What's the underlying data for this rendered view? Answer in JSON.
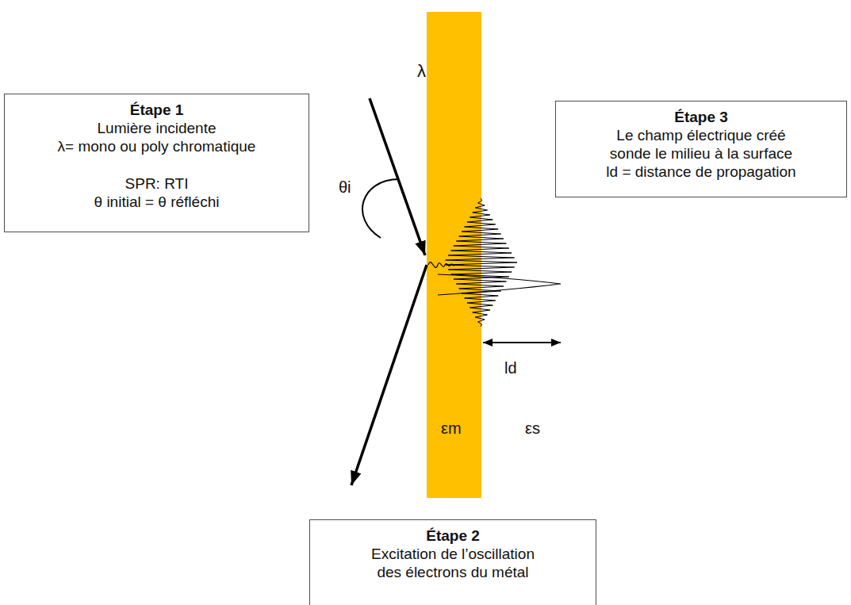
{
  "diagram": {
    "nodes": [
      {
        "text": [
          "Étape 1",
          "Lumière incidente",
          "λ= mono ou poly chromatique",
          "SPR: RTI",
          "θ initial = θ réfléchi"
        ]
      },
      {
        "text": [
          "Étape 3",
          "Le champ électrique créé sonde le milieu à la surface",
          "ld = distance de propagation"
        ]
      },
      {
        "text": [
          "Étape 2",
          "Excitation de l’oscillation des électrons du métal"
        ]
      }
    ],
    "labels": [
      "λ",
      "θi",
      "ld",
      "εm",
      "εs"
    ]
  }
}
